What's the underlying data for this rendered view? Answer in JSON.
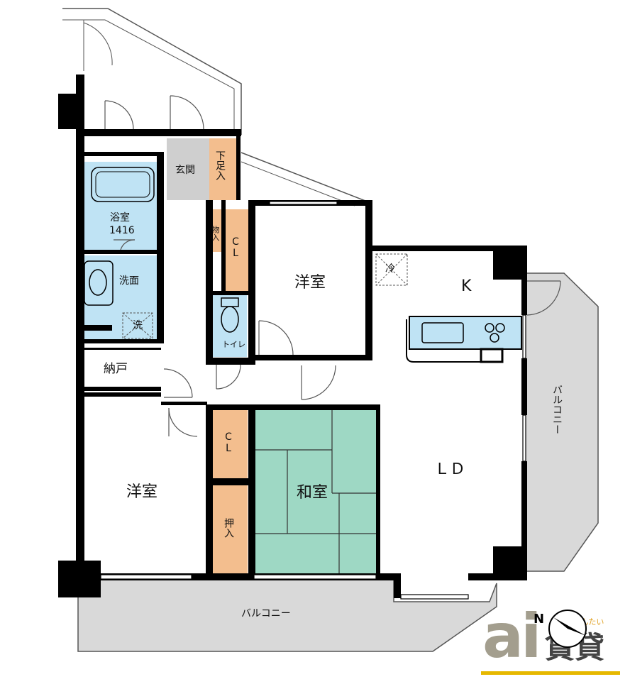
{
  "rooms": {
    "genkan": "玄関",
    "shoes": "下足入",
    "bath": "浴室",
    "bath_size": "1416",
    "washroom": "洗面",
    "washer": "洗",
    "nando": "納戸",
    "cl_top": "CL",
    "storage_small": "物入",
    "toilet": "トイレ",
    "western_top": "洋室",
    "fridge": "冷",
    "kitchen": "K",
    "ld": "ＬＤ",
    "cl_mid": "CL",
    "western_left": "洋室",
    "oshiire": "押入",
    "washitsu": "和室",
    "balcony_right": "バルコニー",
    "balcony_bottom": "バルコニー"
  },
  "logo": {
    "brand": "ai",
    "tagline": "アイ-ちんたい",
    "kanji": "賃貸",
    "north": "N"
  },
  "colors": {
    "wall": "#000000",
    "bath_blue": "#bfe3f4",
    "closet_orange": "#f3be8e",
    "tatami_green": "#9ed8c4",
    "balcony_gray": "#d9d9d9",
    "genkan_gray": "#cfcfcf",
    "logo_yellow": "#e6b800"
  }
}
